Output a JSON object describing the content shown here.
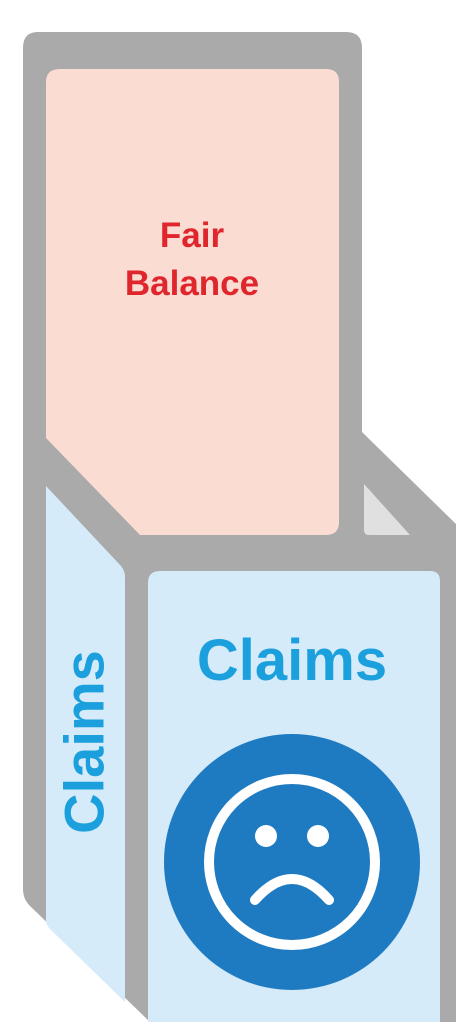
{
  "top_panel": {
    "label_line1": "Fair",
    "label_line2": "Balance"
  },
  "side_panel": {
    "label": "Claims"
  },
  "front_panel": {
    "label": "Claims",
    "icon": "sad-face-icon"
  },
  "colors": {
    "frame": "#aaaaaa",
    "top_fill": "#fadcd3",
    "top_text": "#e0262d",
    "light_blue_fill": "#d5ebf9",
    "blue_text": "#1ca0dd",
    "face_circle": "#1f7bc1",
    "face_lines": "#ffffff",
    "triangle": "#e0e0e0"
  }
}
